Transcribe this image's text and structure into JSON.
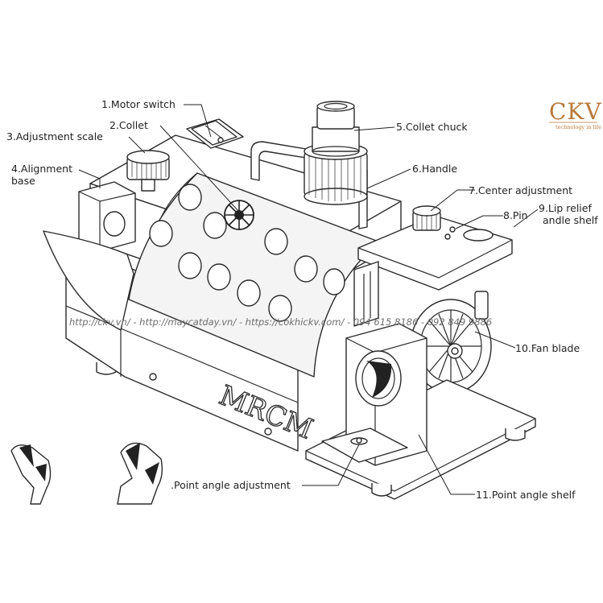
{
  "logo": {
    "text": "CKV",
    "tagline": "technology in life",
    "color": "#b87a3a"
  },
  "machine": {
    "brand": "MRCM"
  },
  "watermark": {
    "text": "http://ckv.vn/ - http://maycatday.vn/ - https://cokhickv.com/ - 094 615 8186 - 092 849 9886"
  },
  "labels": [
    {
      "id": "motor-switch",
      "text": "1.Motor switch"
    },
    {
      "id": "collet",
      "text": "2.Collet"
    },
    {
      "id": "adjustment-scale",
      "text": "3.Adjustment scale"
    },
    {
      "id": "alignment-base",
      "lines": [
        "4.Alignment",
        "base"
      ]
    },
    {
      "id": "collet-chuck",
      "text": "5.Collet chuck"
    },
    {
      "id": "handle",
      "text": "6.Handle"
    },
    {
      "id": "center-adjustment",
      "text": "7.Center adjustment"
    },
    {
      "id": "pin",
      "text": "8.Pin"
    },
    {
      "id": "lip-relief-angle-shelf",
      "lines": [
        "9.Lip relief",
        "andle shelf"
      ]
    },
    {
      "id": "fan-blade",
      "text": "10.Fan blade"
    },
    {
      "id": "point-angle-shelf",
      "text": "11.Point angle shelf"
    },
    {
      "id": "point-angle-adjustment",
      "text": ".Point angle adjustment"
    }
  ]
}
